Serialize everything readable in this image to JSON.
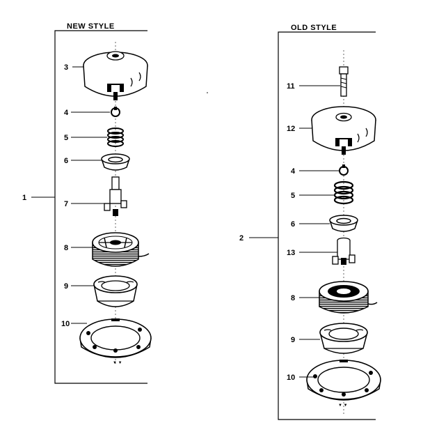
{
  "headers": {
    "new_style": "NEW STYLE",
    "old_style": "OLD STYLE"
  },
  "groups": {
    "new": "1",
    "old": "2"
  },
  "new_parts": [
    "3",
    "4",
    "5",
    "6",
    "7",
    "8",
    "9",
    "10"
  ],
  "old_parts": [
    "11",
    "12",
    "4",
    "5",
    "6",
    "13",
    "8",
    "9",
    "10"
  ]
}
